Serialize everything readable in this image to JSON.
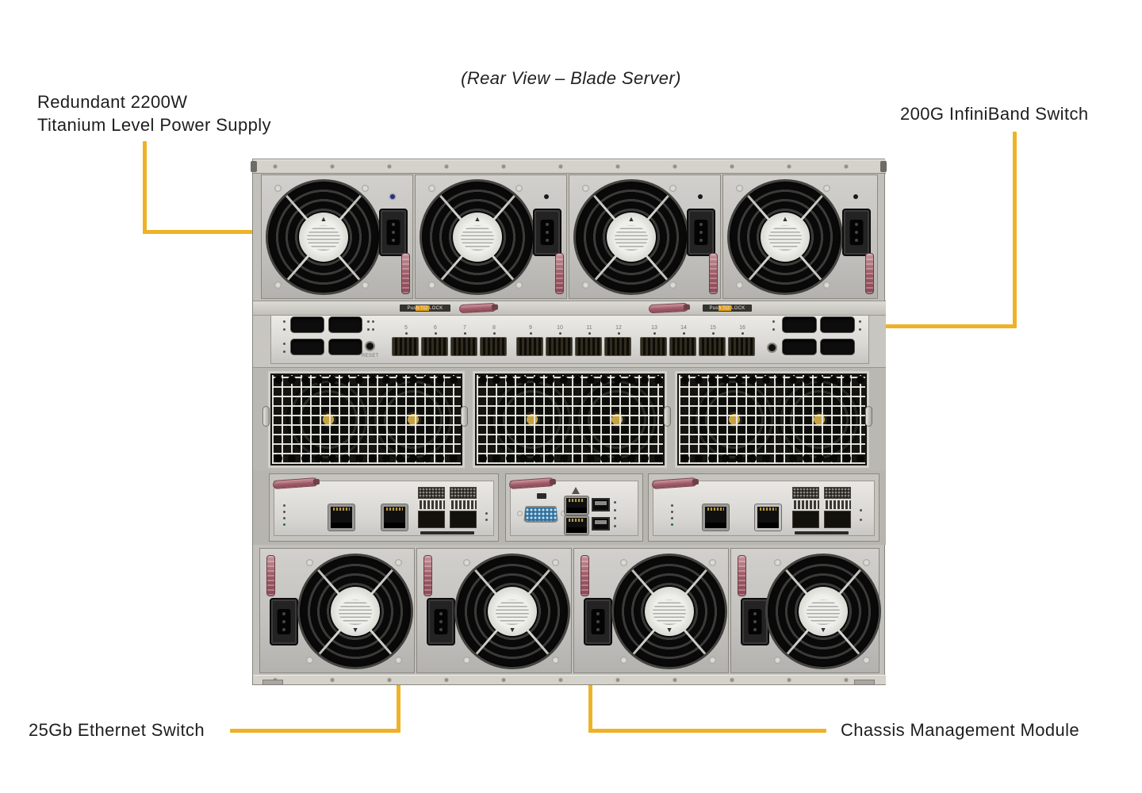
{
  "title": "(Rear View – Blade Server)",
  "callouts": {
    "psu": {
      "line1": "Redundant 2200W",
      "line2": "Titanium Level Power Supply"
    },
    "infiniband": {
      "label": "200G InfiniBand Switch"
    },
    "ethernet": {
      "label": "25Gb Ethernet Switch"
    },
    "cmm": {
      "label": "Chassis Management Module"
    }
  },
  "ib_switch": {
    "reset_label": "RESET",
    "lock_sticker": "Push TO LOCK",
    "port_numbers": [
      "5",
      "6",
      "7",
      "8",
      "9",
      "10",
      "11",
      "12",
      "13",
      "14",
      "15",
      "16"
    ]
  },
  "colors": {
    "callout_line": "#EFB226"
  }
}
